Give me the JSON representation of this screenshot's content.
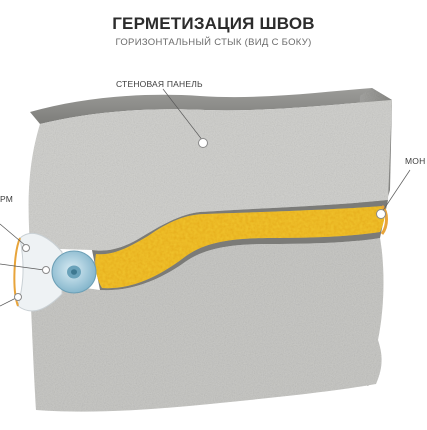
{
  "header": {
    "title": "ГЕРМЕТИЗАЦИЯ ШВОВ",
    "subtitle": "ГОРИЗОНТАЛЬНЫЙ СТЫК (ВИД С БОКУ)"
  },
  "labels": {
    "wall_panel": "СТЕНОВАЯ ПАНЕЛЬ",
    "foam": "МОН",
    "sealant": "РМ"
  },
  "colors": {
    "concrete_light": "#d4d4d2",
    "concrete_mid": "#b9b9b6",
    "concrete_dark": "#8f8f8c",
    "foam_yellow": "#f3c72b",
    "cord_blue": "#a9cfe0",
    "sealant_white": "#eef2f4",
    "accent_orange": "#e8a43a"
  }
}
